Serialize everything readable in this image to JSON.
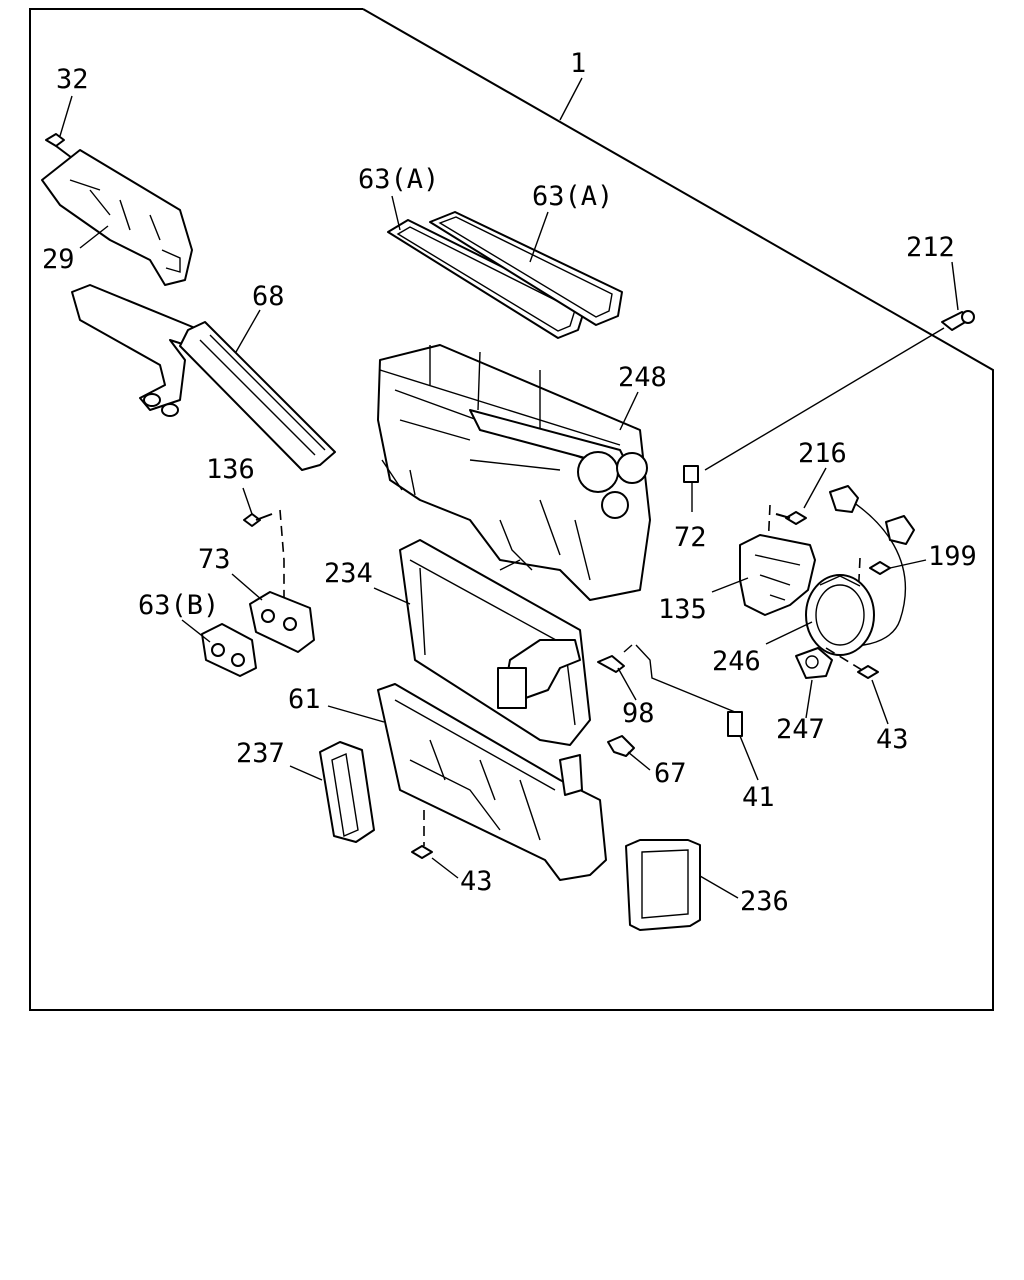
{
  "labels": {
    "p1": "1",
    "p32": "32",
    "p29": "29",
    "p63a_1": "63(A)",
    "p63a_2": "63(A)",
    "p68": "68",
    "p212": "212",
    "p248": "248",
    "p136": "136",
    "p73": "73",
    "p63b": "63(B)",
    "p234": "234",
    "p72": "72",
    "p216": "216",
    "p199": "199",
    "p135": "135",
    "p246": "246",
    "p98": "98",
    "p61": "61",
    "p247": "247",
    "p43_right": "43",
    "p237": "237",
    "p67": "67",
    "p41": "41",
    "p43_bottom": "43",
    "p236": "236"
  }
}
